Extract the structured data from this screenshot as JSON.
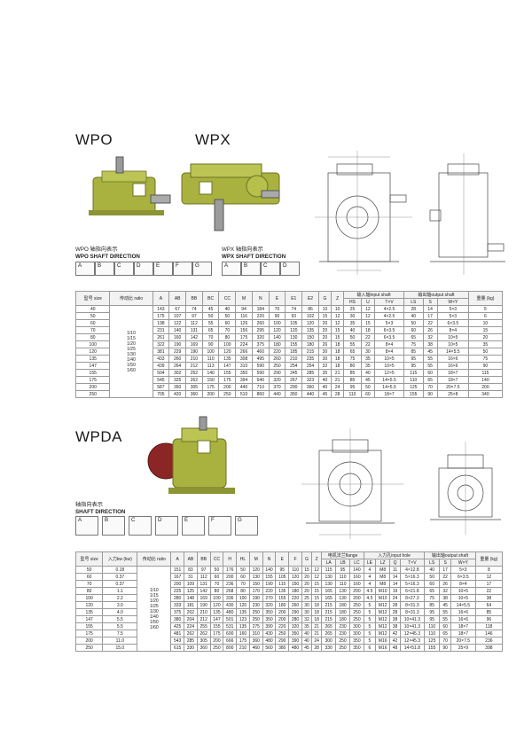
{
  "wpo": {
    "title": "WPO"
  },
  "wpx": {
    "title": "WPX"
  },
  "wpda": {
    "title": "WPDA"
  },
  "wpo_caption": {
    "cn": "WPO 轴指向表示",
    "en": "WPO SHAFT DIRECTION"
  },
  "wpx_caption": {
    "cn": "WPX 轴指向表示",
    "en": "WPX SHAFT DIRECTION"
  },
  "wpda_caption": {
    "cn": "轴指向表示",
    "en": "SHAFT DIRECTION"
  },
  "direction_labels": [
    "A",
    "B",
    "C",
    "D",
    "E",
    "F",
    "G"
  ],
  "table1": {
    "group_input": "输入轴input shaft",
    "group_output": "输出轴output shaft",
    "headers_top": [
      "型号 size",
      "传动比 ratio",
      "A",
      "AB",
      "BB",
      "BC",
      "CC",
      "M",
      "N",
      "E",
      "E1",
      "E2",
      "G",
      "Z"
    ],
    "headers_input": [
      "HS",
      "U",
      "T×V"
    ],
    "headers_output": [
      "LS",
      "S",
      "W×Y"
    ],
    "header_weight": "重量 (kg)",
    "ratio_values": [
      "1/10",
      "1/15",
      "1/20",
      "1/25",
      "1/30",
      "1/40",
      "1/50",
      "1/60"
    ],
    "rows": [
      [
        "40",
        "143",
        "67",
        "74",
        "45",
        "40",
        "94",
        "184",
        "70",
        "74",
        "86",
        "10",
        "10",
        "25",
        "12",
        "4×2.5",
        "28",
        "14",
        "5×3",
        "5"
      ],
      [
        "50",
        "175",
        "107",
        "97",
        "50",
        "50",
        "116",
        "220",
        "90",
        "93",
        "102",
        "15",
        "12",
        "30",
        "12",
        "4×2.5",
        "40",
        "17",
        "5×3",
        "6"
      ],
      [
        "60",
        "198",
        "122",
        "112",
        "55",
        "60",
        "126",
        "260",
        "100",
        "105",
        "120",
        "20",
        "12",
        "35",
        "15",
        "5×3",
        "50",
        "22",
        "6×3.5",
        "10"
      ],
      [
        "70",
        "231",
        "140",
        "131",
        "65",
        "70",
        "156",
        "295",
        "120",
        "120",
        "135",
        "20",
        "15",
        "40",
        "18",
        "6×3.5",
        "60",
        "26",
        "8×4",
        "15"
      ],
      [
        "80",
        "261",
        "160",
        "142",
        "70",
        "80",
        "175",
        "320",
        "140",
        "130",
        "150",
        "20",
        "15",
        "50",
        "22",
        "6×3.5",
        "65",
        "32",
        "10×5",
        "20"
      ],
      [
        "100",
        "322",
        "190",
        "169",
        "90",
        "100",
        "224",
        "375",
        "180",
        "155",
        "180",
        "26",
        "18",
        "55",
        "22",
        "8×4",
        "75",
        "38",
        "10×5",
        "35"
      ],
      [
        "120",
        "381",
        "229",
        "190",
        "100",
        "120",
        "266",
        "460",
        "220",
        "185",
        "215",
        "30",
        "18",
        "65",
        "30",
        "8×4",
        "85",
        "45",
        "14×5.5",
        "50"
      ],
      [
        "135",
        "433",
        "260",
        "210",
        "110",
        "135",
        "308",
        "495",
        "260",
        "210",
        "235",
        "30",
        "18",
        "75",
        "35",
        "10×5",
        "95",
        "55",
        "16×6",
        "75"
      ],
      [
        "147",
        "439",
        "264",
        "212",
        "113",
        "147",
        "310",
        "590",
        "250",
        "254",
        "254",
        "32",
        "18",
        "80",
        "35",
        "10×5",
        "95",
        "55",
        "16×6",
        "90"
      ],
      [
        "155",
        "504",
        "302",
        "252",
        "140",
        "155",
        "350",
        "590",
        "290",
        "245",
        "285",
        "35",
        "21",
        "85",
        "40",
        "12×5",
        "115",
        "60",
        "18×7",
        "115"
      ],
      [
        "175",
        "545",
        "325",
        "262",
        "150",
        "175",
        "394",
        "640",
        "320",
        "267",
        "323",
        "40",
        "21",
        "85",
        "45",
        "14×5.5",
        "110",
        "65",
        "18×7",
        "140"
      ],
      [
        "200",
        "587",
        "350",
        "305",
        "175",
        "200",
        "440",
        "710",
        "370",
        "290",
        "360",
        "40",
        "24",
        "95",
        "50",
        "14×5.5",
        "125",
        "70",
        "20×7.5",
        "200"
      ],
      [
        "250",
        "705",
        "420",
        "360",
        "200",
        "250",
        "510",
        "860",
        "440",
        "350",
        "440",
        "45",
        "28",
        "110",
        "60",
        "18×7",
        "155",
        "90",
        "25×8",
        "340"
      ]
    ]
  },
  "table2": {
    "group_flange": "电机法兰flange",
    "group_input": "入力孔input hole",
    "group_output": "输出轴output shaft",
    "headers_top": [
      "型号 size",
      "入力kw (kw)",
      "传动比 ratio",
      "A",
      "AB",
      "BB",
      "CC",
      "H",
      "HL",
      "M",
      "N",
      "E",
      "F",
      "G",
      "Z"
    ],
    "headers_flange": [
      "LA",
      "LB",
      "LC"
    ],
    "headers_input": [
      "LE",
      "LZ",
      "Q",
      "T×V"
    ],
    "headers_output": [
      "LS",
      "S",
      "W×Y"
    ],
    "header_weight": "重量 (kg)",
    "ratio_values": [
      "1/10",
      "1/15",
      "1/20",
      "1/25",
      "1/30",
      "1/40",
      "1/50",
      "1/60"
    ],
    "rows": [
      [
        "50",
        "0.18",
        "151",
        "83",
        "97",
        "50",
        "176",
        "50",
        "120",
        "140",
        "95",
        "110",
        "15",
        "12",
        "115",
        "95",
        "140",
        "4",
        "M8",
        "11",
        "4×12.8",
        "40",
        "17",
        "5×3",
        "8"
      ],
      [
        "60",
        "0.37",
        "167",
        "31",
        "112",
        "60",
        "200",
        "60",
        "130",
        "155",
        "105",
        "120",
        "20",
        "12",
        "130",
        "110",
        "160",
        "4",
        "M8",
        "14",
        "5×16.3",
        "50",
        "22",
        "6×3.5",
        "12"
      ],
      [
        "70",
        "0.37",
        "200",
        "109",
        "131",
        "70",
        "236",
        "70",
        "150",
        "190",
        "115",
        "150",
        "20",
        "15",
        "130",
        "110",
        "160",
        "4",
        "M8",
        "14",
        "5×16.3",
        "60",
        "26",
        "8×4",
        "17"
      ],
      [
        "80",
        "1.1",
        "225",
        "125",
        "142",
        "80",
        "268",
        "80",
        "170",
        "220",
        "135",
        "180",
        "20",
        "15",
        "165",
        "130",
        "200",
        "4.5",
        "M10",
        "19",
        "6×21.8",
        "65",
        "32",
        "10×5",
        "22"
      ],
      [
        "100",
        "2.2",
        "280",
        "148",
        "169",
        "100",
        "336",
        "100",
        "190",
        "270",
        "155",
        "220",
        "25",
        "15",
        "165",
        "130",
        "200",
        "4.5",
        "M10",
        "24",
        "8×27.3",
        "75",
        "38",
        "10×5",
        "38"
      ],
      [
        "120",
        "3.0",
        "333",
        "181",
        "190",
        "120",
        "430",
        "120",
        "230",
        "320",
        "180",
        "260",
        "30",
        "18",
        "215",
        "180",
        "250",
        "5",
        "M12",
        "28",
        "8×31.3",
        "85",
        "45",
        "14×5.5",
        "64"
      ],
      [
        "135",
        "4.0",
        "375",
        "202",
        "210",
        "135",
        "480",
        "135",
        "250",
        "350",
        "200",
        "290",
        "30",
        "18",
        "215",
        "180",
        "250",
        "5",
        "M12",
        "28",
        "8×31.3",
        "95",
        "55",
        "16×6",
        "85"
      ],
      [
        "147",
        "5.5",
        "380",
        "204",
        "212",
        "147",
        "501",
        "123",
        "250",
        "350",
        "200",
        "280",
        "32",
        "18",
        "215",
        "180",
        "250",
        "5",
        "M12",
        "38",
        "10×41.3",
        "95",
        "55",
        "16×6",
        "96"
      ],
      [
        "155",
        "5.5",
        "425",
        "224",
        "255",
        "155",
        "531",
        "135",
        "275",
        "390",
        "220",
        "320",
        "35",
        "21",
        "265",
        "230",
        "300",
        "5",
        "M12",
        "38",
        "10×41.3",
        "110",
        "60",
        "18×7",
        "118"
      ],
      [
        "175",
        "7.5",
        "481",
        "262",
        "262",
        "175",
        "600",
        "160",
        "310",
        "430",
        "250",
        "350",
        "40",
        "21",
        "265",
        "230",
        "300",
        "5",
        "M12",
        "42",
        "12×45.3",
        "110",
        "65",
        "18×7",
        "146"
      ],
      [
        "200",
        "11.0",
        "543",
        "285",
        "305",
        "200",
        "666",
        "175",
        "360",
        "480",
        "290",
        "390",
        "40",
        "24",
        "300",
        "250",
        "350",
        "5",
        "M16",
        "42",
        "12×45.3",
        "125",
        "70",
        "20×7.5",
        "236"
      ],
      [
        "250",
        "15.0",
        "615",
        "330",
        "360",
        "250",
        "800",
        "210",
        "460",
        "560",
        "380",
        "480",
        "45",
        "28",
        "330",
        "250",
        "350",
        "6",
        "M16",
        "48",
        "14×51.8",
        "155",
        "90",
        "25×9",
        "398"
      ]
    ]
  }
}
